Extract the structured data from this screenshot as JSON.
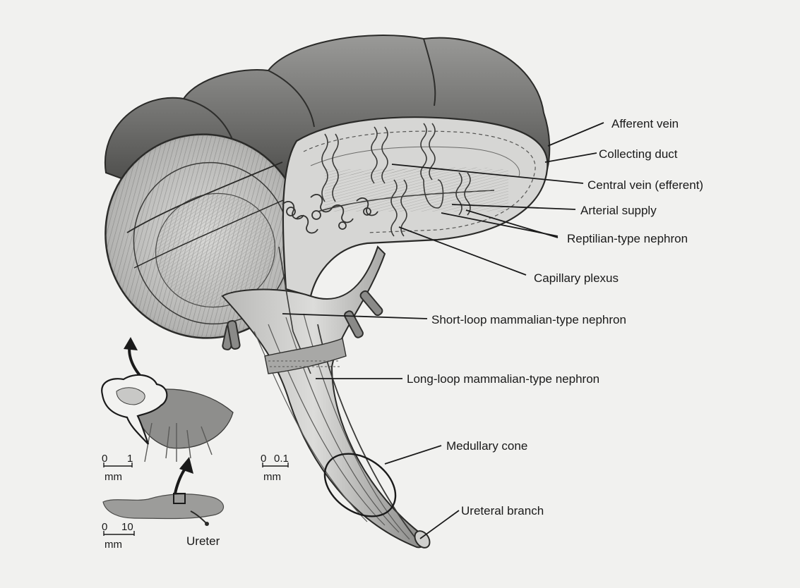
{
  "labels": {
    "afferent_vein": "Afferent vein",
    "collecting_duct": "Collecting duct",
    "central_vein": "Central vein (efferent)",
    "arterial_supply": "Arterial supply",
    "reptilian_nephron": "Reptilian-type nephron",
    "capillary_plexus": "Capillary plexus",
    "short_loop": "Short-loop mammalian-type nephron",
    "long_loop": "Long-loop mammalian-type nephron",
    "medullary_cone": "Medullary cone",
    "ureteral_branch": "Ureteral branch",
    "ureter": "Ureter"
  },
  "scale_bars": {
    "lobule": {
      "zero": "0",
      "value": "1",
      "unit": "mm"
    },
    "kidney": {
      "zero": "0",
      "value": "10",
      "unit": "mm"
    },
    "main": {
      "zero": "0",
      "value": "0.1",
      "unit": "mm"
    }
  },
  "colors": {
    "background": "#f1f1ef",
    "tissue_dark": "#4a4a4a",
    "tissue_mid": "#8c8c8c",
    "tissue_light": "#d2d2d0",
    "ink": "#1a1a1a"
  }
}
